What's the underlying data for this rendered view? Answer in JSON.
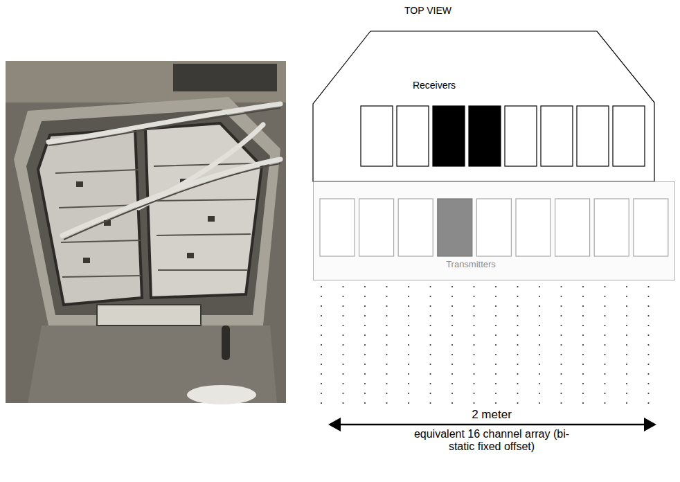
{
  "diagram": {
    "title": "TOP VIEW",
    "nodes": [
      {
        "text": [
          "Receivers"
        ]
      },
      {
        "text": [
          "Transmitters"
        ]
      }
    ],
    "labels": [
      "2 meter",
      "equivalent 16 channel array (bi-static fixed offset)"
    ]
  }
}
